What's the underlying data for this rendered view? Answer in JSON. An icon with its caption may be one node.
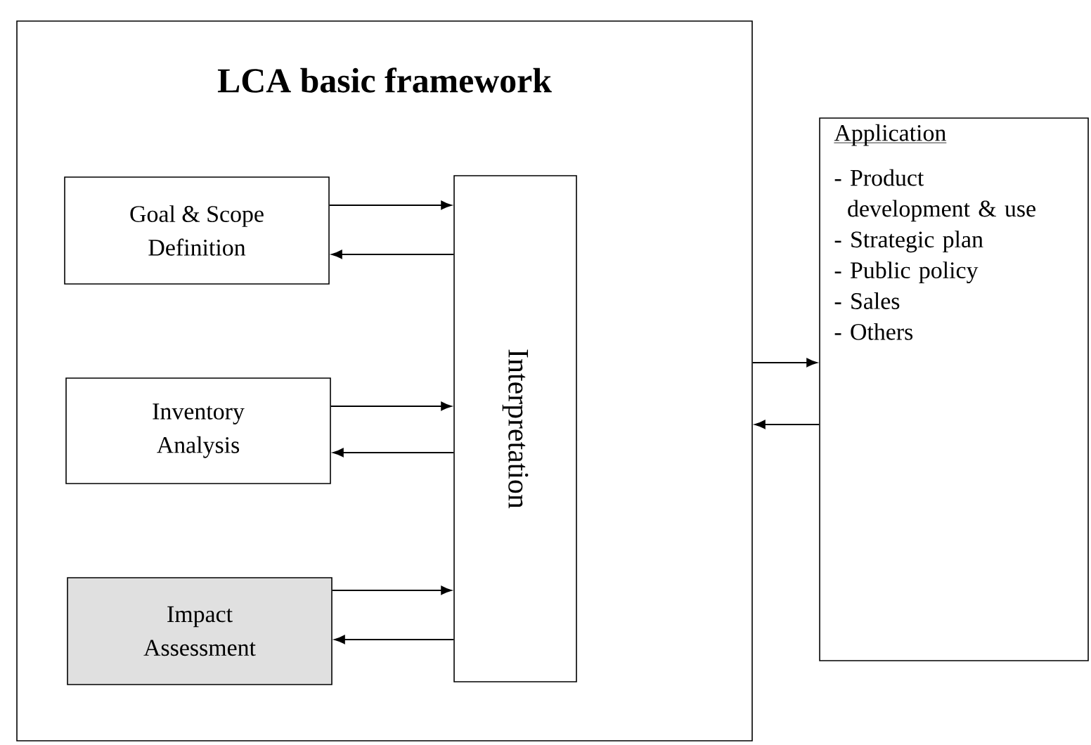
{
  "diagram": {
    "nodes": [
      {
        "text": [
          "LCA basic framework"
        ]
      },
      {
        "text": [
          "Goal & Scope Definition"
        ],
        "in": 0
      },
      {
        "text": [
          "Inventory Analysis"
        ],
        "in": 0
      },
      {
        "text": [
          "Impact Assessment"
        ],
        "in": 0
      },
      {
        "text": [
          "Interpretation"
        ],
        "in": 0
      },
      {
        "text": [
          "Application",
          "- Product development & use",
          "- Strategic plan",
          "- Public policy",
          "- Sales",
          "- Others"
        ]
      }
    ],
    "edges": [
      {
        "from": 1,
        "to": 4,
        "arrow": "to"
      },
      {
        "from": 4,
        "to": 1,
        "arrow": "to"
      },
      {
        "from": 2,
        "to": 4,
        "arrow": "to"
      },
      {
        "from": 4,
        "to": 2,
        "arrow": "to"
      },
      {
        "from": 3,
        "to": 4,
        "arrow": "to"
      },
      {
        "from": 4,
        "to": 3,
        "arrow": "to"
      },
      {
        "from": 0,
        "to": 5,
        "arrow": "to"
      },
      {
        "from": 5,
        "to": 0,
        "arrow": "to"
      }
    ]
  }
}
